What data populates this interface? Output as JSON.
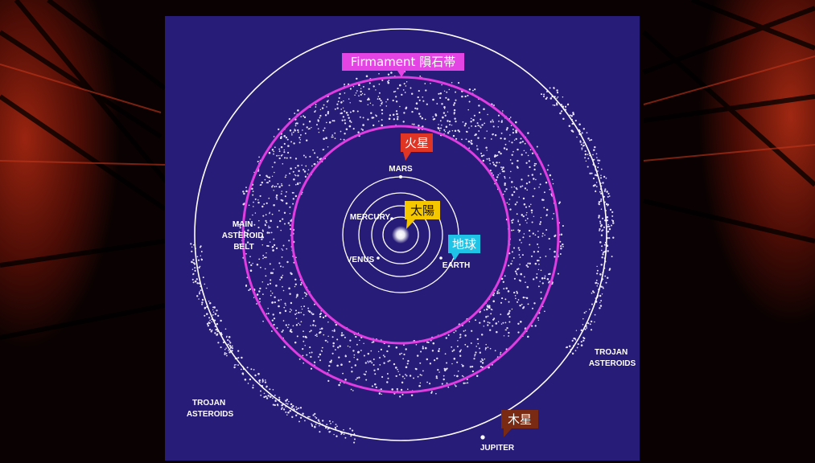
{
  "colors": {
    "background_dark": "#0a0202",
    "background_red": "#8a1a08",
    "panel": "#271c78",
    "belt_ring": "#e03de0",
    "orbit": "#ffffff",
    "firmament_callout": "#e544e5",
    "mars_callout": "#e03424",
    "sun_callout": "#f5c700",
    "earth_callout": "#1fc3e6",
    "jupiter_callout": "#7a2a12"
  },
  "callouts": {
    "firmament": "Firmament 隕石帯",
    "mars": "火星",
    "sun": "太陽",
    "earth": "地球",
    "jupiter": "木星"
  },
  "labels": {
    "mars": "MARS",
    "mercury": "MERCURY",
    "venus": "VENUS",
    "earth": "EARTH",
    "jupiter": "JUPITER",
    "main_belt": [
      "MAIN",
      "ASTEROID",
      "BELT"
    ],
    "trojan_right": [
      "TROJAN",
      "ASTEROIDS"
    ],
    "trojan_left": [
      "TROJAN",
      "ASTEROIDS"
    ]
  },
  "icons": {
    "sun": "sun-icon",
    "planet": "planet-dot-icon",
    "asteroid": "asteroid-dot-icon"
  }
}
